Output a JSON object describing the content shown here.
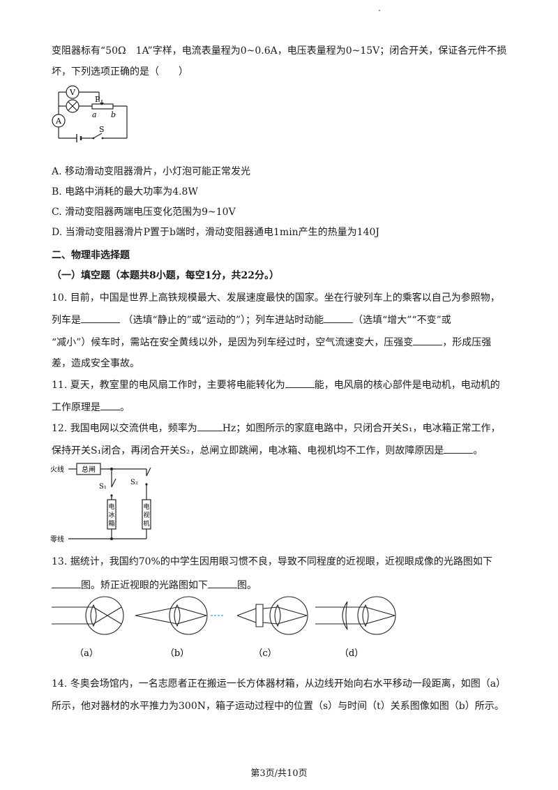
{
  "q9": {
    "line1": "变阻器标有“50Ω　1A”字样，电流表量程为0~0.6A，电压表量程为0~15V；闭合开关，保证各元件不损",
    "line2": "坏，下列选项正确的是（　　）",
    "circuit": {
      "voltmeter": "V",
      "ammeter": "A",
      "slider": "P",
      "end_a": "a",
      "end_b": "b",
      "switch": "S"
    },
    "options": [
      "A. 移动滑动变阻器滑片，小灯泡可能正常发光",
      "B. 电路中消耗的最大功率为4.8W",
      "C. 滑动变阻器两端电压变化范围为9~10V",
      "D. 当滑动变阻器滑片P置于b端时，滑动变阻器通电1min产生的热量为140J"
    ]
  },
  "section2": "二、物理非选择题",
  "section2_sub": "（一）填空题（本题共8小题，每空1分，共22分。）",
  "q10": {
    "l1": "10. 目前，中国是世界上高铁规模最大、发展速度最快的国家。坐在行驶列车上的乘客以自己为参照物，",
    "l2a": "列车是",
    "l2b": "（选填“静止的”或“运动的”）；列车进站时动能",
    "l2c": "（选填“增大”“不变”或",
    "l3a": "“减小”）候车时，需站在安全黄线以外，是因为列车经过时，空气流速变大，压强变",
    "l3b": "，形成压强",
    "l4": "差，造成安全事故。"
  },
  "q11": {
    "l1a": "11. 夏天，教室里的电风扇工作时，主要将电能转化为",
    "l1b": "能，电风扇的核心部件是电动机，电动机的",
    "l2a": "工作原理是",
    "l2b": "。"
  },
  "q12": {
    "l1a": "12. 我国电网以交流供电，频率为",
    "l1b": "Hz；如图所示的家庭电路中，只闭合开关S₁，电冰箱正常工作，",
    "l2a": "保持开关S₁闭合，再闭合开关S₂，总闸立即跳闸，电冰箱、电视机均不工作，则故障原因是",
    "l2b": "。",
    "circuit": {
      "live": "火线",
      "neutral": "零线",
      "main_switch": "总闸",
      "s1": "S₁",
      "s2": "S₂",
      "fridge": [
        "电",
        "冰",
        "箱"
      ],
      "tv": [
        "电",
        "视",
        "机"
      ]
    }
  },
  "q13": {
    "l1": "13. 据统计，我国约70%的中学生因用眼习惯不良，导致不同程度的近视眼，近视眼成像的光路图如下",
    "l2a": "图。矫正近视眼的光路图如下",
    "l2b": "图。",
    "labels": [
      "（a）",
      "（b）",
      "（c）",
      "（d）"
    ]
  },
  "q14": {
    "l1": "14. 冬奥会场馆内，一名志愿者正在搬运一长方体器材箱，从边线开始向右水平移动一段距离，如图（a）",
    "l2": "所示，他对器材的水平推力为300N，箱子运动过程中的位置（s）与时间（t）关系图像如图（b）所示。"
  },
  "footer": "第3页/共10页"
}
